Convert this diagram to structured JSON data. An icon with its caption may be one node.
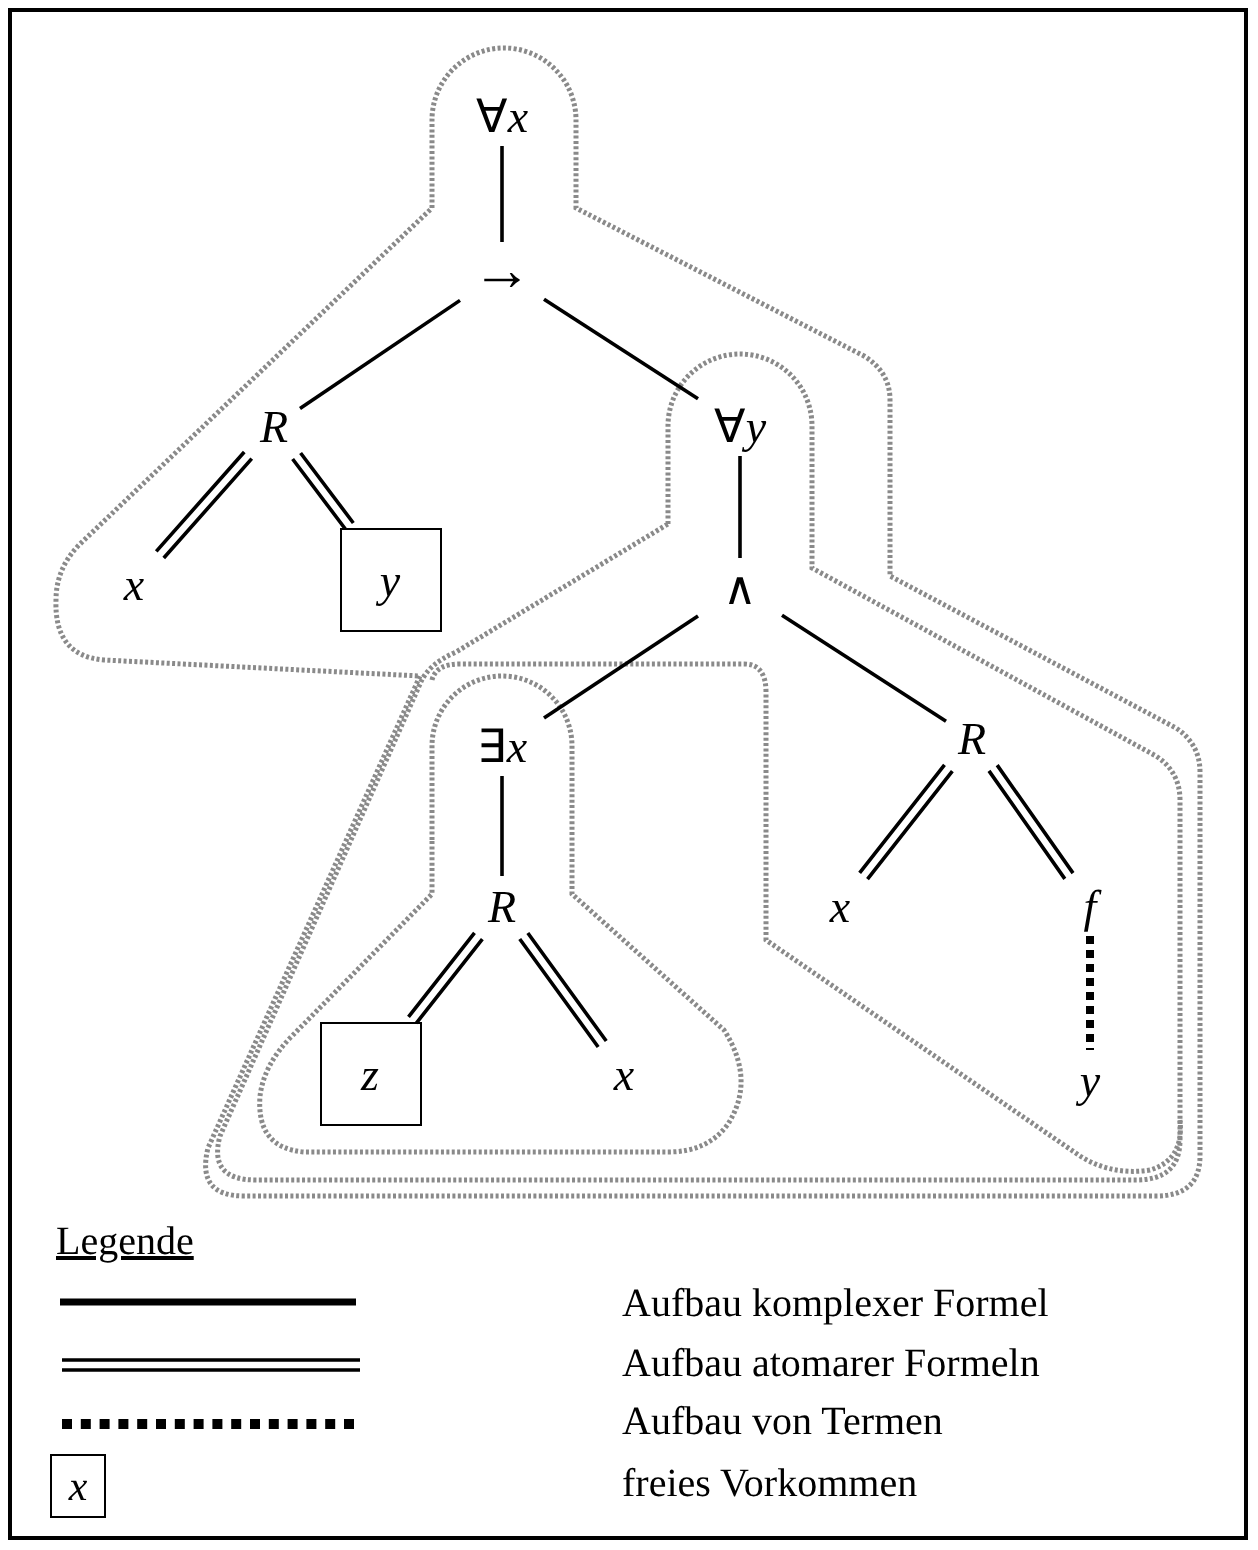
{
  "diagram": {
    "nodes": [
      {
        "text": [
          "∀*x*"
        ]
      },
      {
        "text": [
          "→"
        ]
      },
      {
        "text": [
          "R"
        ]
      },
      {
        "text": [
          "x"
        ]
      },
      {
        "text": [
          "y"
        ]
      },
      {
        "text": [
          "∀*y*"
        ]
      },
      {
        "text": [
          "∧"
        ]
      },
      {
        "text": [
          "∃*x*"
        ]
      },
      {
        "text": [
          "R"
        ]
      },
      {
        "text": [
          "z"
        ]
      },
      {
        "text": [
          "x"
        ]
      },
      {
        "text": [
          "R"
        ]
      },
      {
        "text": [
          "x"
        ]
      },
      {
        "text": [
          "f"
        ]
      },
      {
        "text": [
          "y"
        ]
      }
    ],
    "edges": [
      {
        "from": 0,
        "to": 1,
        "arrow": "none"
      },
      {
        "from": 1,
        "to": 2,
        "arrow": "none"
      },
      {
        "from": 1,
        "to": 5,
        "arrow": "none"
      },
      {
        "from": 2,
        "to": 3,
        "arrow": "none"
      },
      {
        "from": 2,
        "to": 4,
        "arrow": "none"
      },
      {
        "from": 5,
        "to": 6,
        "arrow": "none"
      },
      {
        "from": 6,
        "to": 7,
        "arrow": "none"
      },
      {
        "from": 6,
        "to": 11,
        "arrow": "none"
      },
      {
        "from": 7,
        "to": 8,
        "arrow": "none"
      },
      {
        "from": 8,
        "to": 9,
        "arrow": "none"
      },
      {
        "from": 8,
        "to": 10,
        "arrow": "none"
      },
      {
        "from": 11,
        "to": 12,
        "arrow": "none"
      },
      {
        "from": 11,
        "to": 13,
        "arrow": "none"
      },
      {
        "from": 13,
        "to": 14,
        "arrow": "none",
        "style": "dashed"
      }
    ],
    "labels": [
      "Legende",
      "x"
    ],
    "legend": [
      {
        "text": "Aufbau komplexer Formel"
      },
      {
        "text": "Aufbau atomarer Formeln"
      },
      {
        "text": "Aufbau von Termen"
      },
      {
        "text": "freies Vorkommen"
      }
    ]
  }
}
